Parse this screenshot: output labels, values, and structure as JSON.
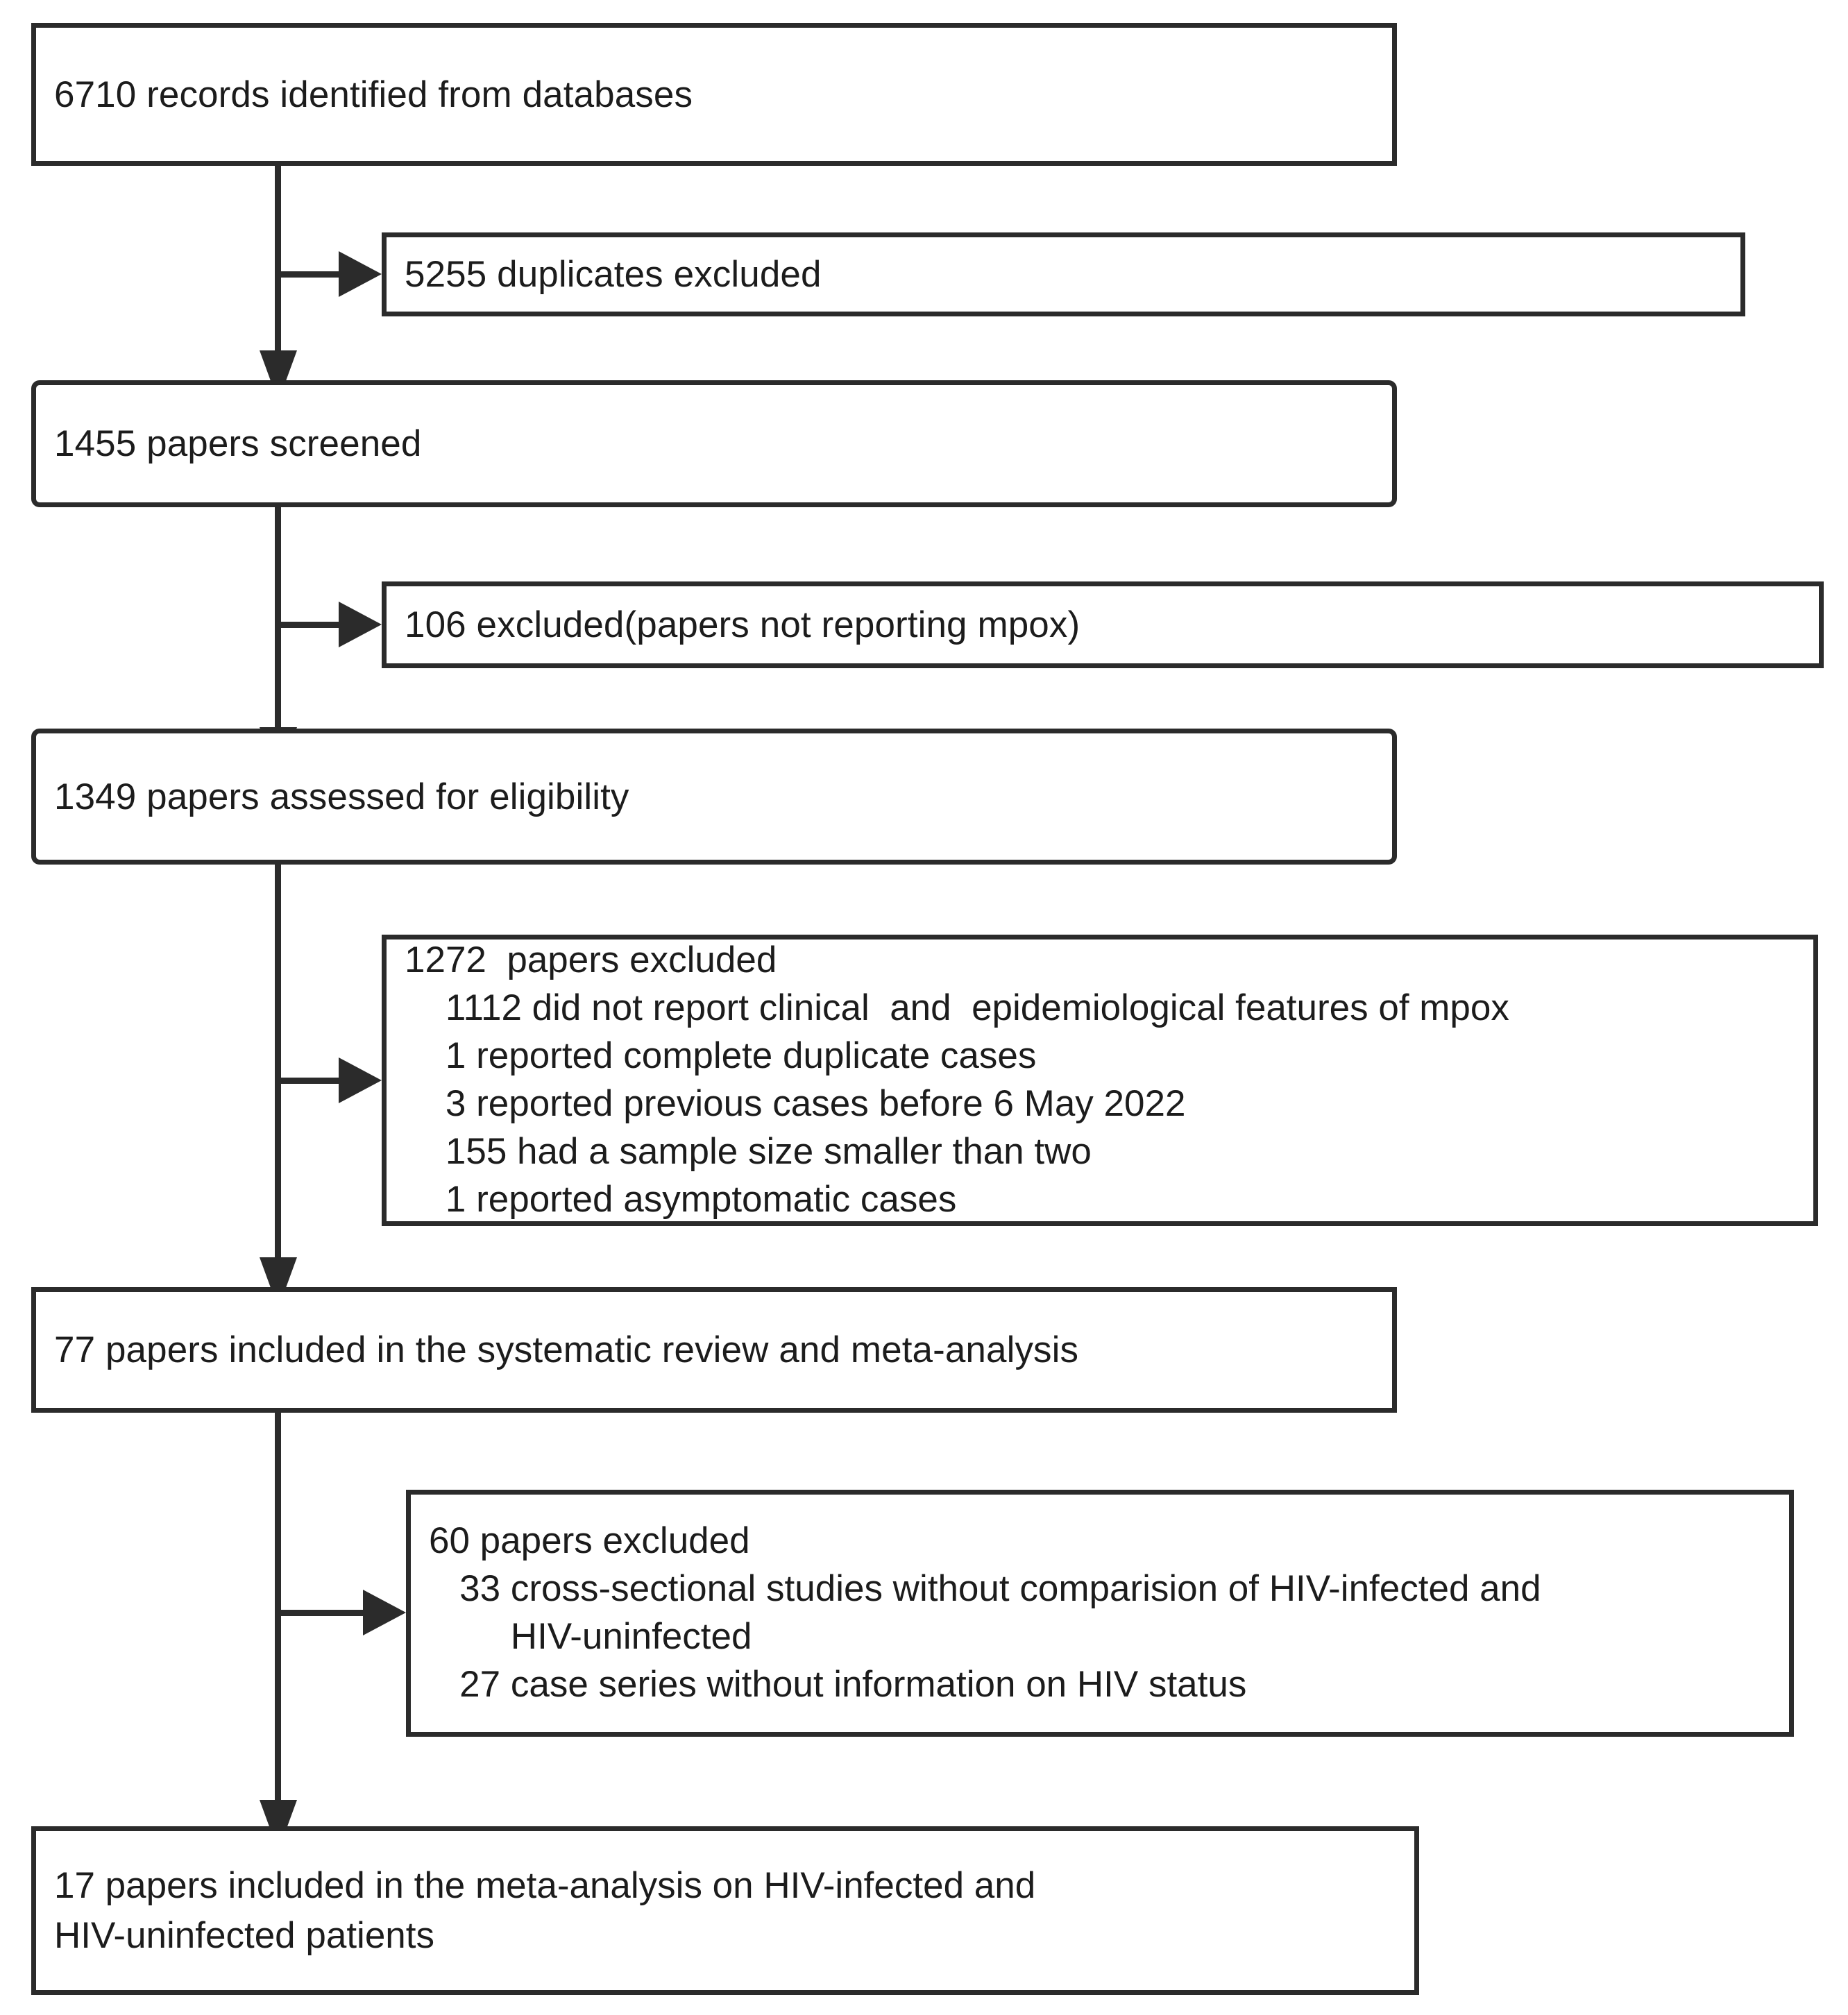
{
  "diagram": {
    "type": "prisma-flow-diagram",
    "nodes": [
      {
        "id": "identified",
        "label": "6710 records identified from databases"
      },
      {
        "id": "duplicates",
        "label": "5255 duplicates excluded"
      },
      {
        "id": "screened",
        "label": "1455 papers screened"
      },
      {
        "id": "not_reporting",
        "label": "106 excluded(papers not reporting mpox)"
      },
      {
        "id": "eligibility",
        "label": "1349 papers assessed for eligibility"
      },
      {
        "id": "excluded_1272",
        "label": "1272  papers excluded\n    1112 did not report clinical  and  epidemiological features of mpox\n    1 reported complete duplicate cases\n    3 reported previous cases before 6 May 2022\n    155 had a sample size smaller than two\n    1 reported asymptomatic cases"
      },
      {
        "id": "included_77",
        "label": "77 papers included in the systematic review and meta-analysis"
      },
      {
        "id": "excluded_60",
        "label": "60 papers excluded\n   33 cross-sectional studies without comparision of HIV-infected and\n        HIV-uninfected\n   27 case series without information on HIV status"
      },
      {
        "id": "included_17",
        "label": "17 papers included in the meta-analysis on HIV-infected and\nHIV-uninfected patients"
      }
    ],
    "colors": {
      "stroke": "#2b2b2b",
      "text": "#1c1c1c",
      "background": "#ffffff"
    }
  }
}
